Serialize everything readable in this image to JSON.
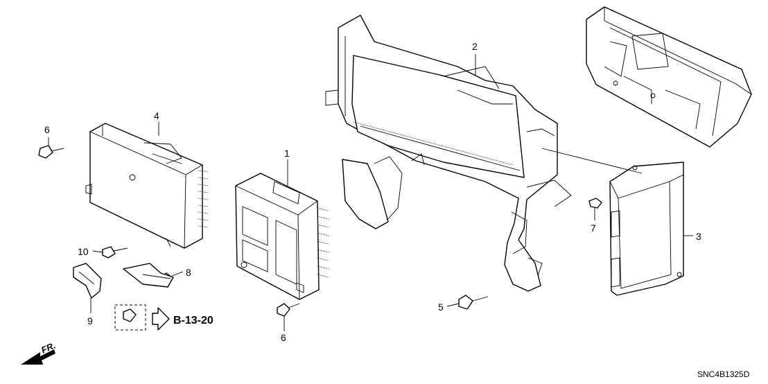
{
  "diagram": {
    "callouts": {
      "c1": "1",
      "c2": "2",
      "c3": "3",
      "c4": "4",
      "c5": "5",
      "c6a": "6",
      "c6b": "6",
      "c7": "7",
      "c8": "8",
      "c9": "9",
      "c10": "10"
    },
    "reference": "B-13-20",
    "front_marker": "FR.",
    "diagram_code": "SNC4B1325D"
  }
}
